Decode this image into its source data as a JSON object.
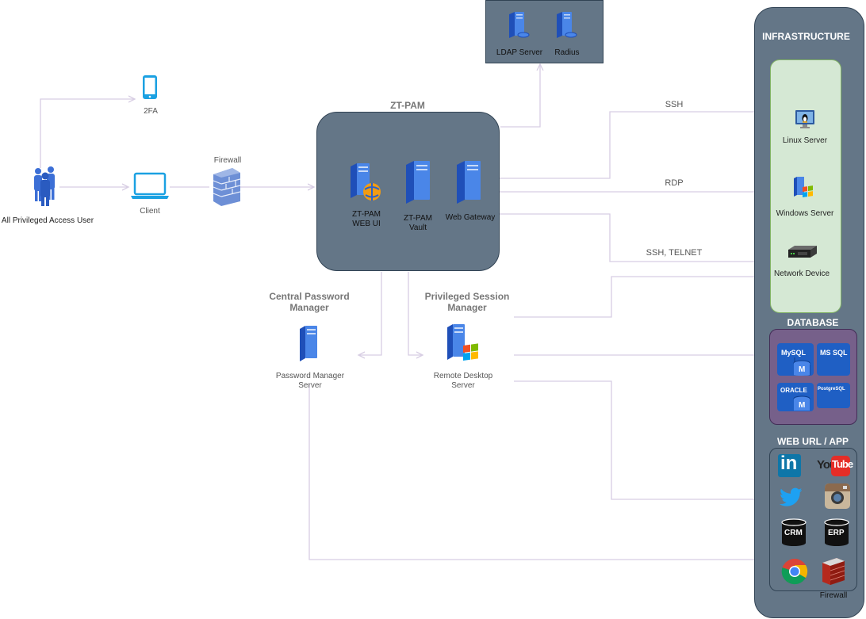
{
  "colors": {
    "panel": "#647687",
    "panel_border": "#314354",
    "infra_bg": "#d5e8d4",
    "infra_border": "#82b366",
    "db_bg": "#76608a",
    "db_border": "#432d57",
    "wire": "#d7cde3",
    "server_blue": "#3366cc"
  },
  "ldap": {
    "ldap_label": "LDAP Server",
    "radius_label": "Radius"
  },
  "left": {
    "users_label": "All Privileged Access User",
    "twofa_label": "2FA",
    "client_label": "Client",
    "firewall_label": "Firewall"
  },
  "ztpam": {
    "title": "ZT-PAM",
    "webui_label": "ZT-PAM\nWEB UI",
    "vault_label": "ZT-PAM\nVault",
    "gateway_label": "Web Gateway"
  },
  "cpm": {
    "title": "Central Password\nManager",
    "server_label": "Password Manager\nServer"
  },
  "psm": {
    "title": "Privileged Session\nManager",
    "server_label": "Remote Desktop\nServer"
  },
  "connections": {
    "ssh": "SSH",
    "rdp": "RDP",
    "ssh_telnet": "SSH, TELNET"
  },
  "infrastructure": {
    "title": "INFRASTRUCTURE",
    "linux_label": "Linux Server",
    "windows_label": "Windows Server",
    "network_label": "Network Device"
  },
  "database": {
    "title": "DATABASE",
    "mysql": "MySQL",
    "mssql": "MS SQL",
    "oracle": "ORACLE",
    "postgres": "PostgreSQL",
    "m_mark": "M"
  },
  "web": {
    "title": "WEB URL / APP",
    "linkedin": "in",
    "youtube_you": "You",
    "youtube_tube": "Tube",
    "crm": "CRM",
    "erp": "ERP",
    "firewall_label": "Firewall",
    "icons": [
      "linkedin-icon",
      "youtube-icon",
      "twitter-icon",
      "instagram-icon",
      "crm-icon",
      "erp-icon",
      "chrome-icon",
      "firewall-icon"
    ]
  }
}
